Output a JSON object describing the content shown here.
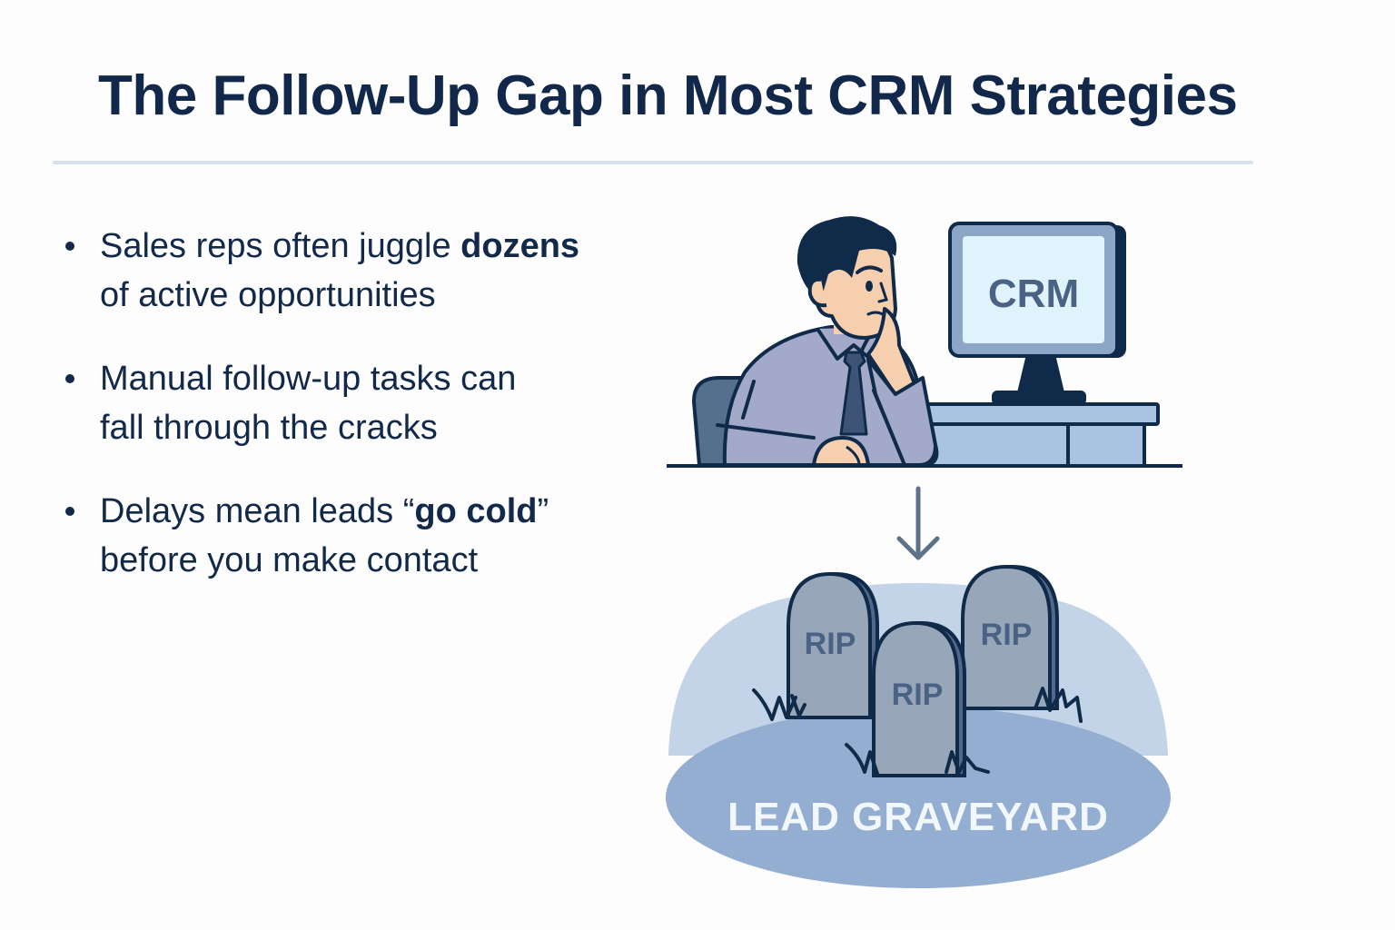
{
  "title": "The Follow-Up Gap in Most CRM Strategies",
  "bullets": [
    {
      "line1_pre": "Sales reps often juggle ",
      "line1_bold": "dozens",
      "line1_post": "",
      "line2": "of active opportunities"
    },
    {
      "line1_pre": "Manual follow-up tasks can",
      "line1_bold": "",
      "line1_post": "",
      "line2": "fall through the cracks"
    },
    {
      "line1_pre": "Delays mean leads “",
      "line1_bold": "go cold",
      "line1_post": "”",
      "line2": "before you make contact"
    }
  ],
  "illustration": {
    "monitor_label": "CRM",
    "tombstones": [
      {
        "label": "RIP"
      },
      {
        "label": "RIP"
      },
      {
        "label": "RIP"
      }
    ],
    "graveyard_label": "LEAD GRAVEYARD",
    "icons": [
      "worried-salesperson-icon",
      "computer-monitor-icon",
      "desk-icon",
      "office-chair-icon",
      "down-arrow-icon",
      "tombstone-icon",
      "grass-icon"
    ]
  },
  "colors": {
    "text_primary": "#12294a",
    "divider": "#d6e0ef",
    "background": "#fdfdfd",
    "outline": "#102a4a",
    "shirt": "#a3aac9",
    "skin": "#f5cfae",
    "tie": "#3d5477",
    "chair": "#556f8e",
    "desk": "#a9c3e1",
    "monitor_frame": "#8da6c7",
    "monitor_screen": "#dff3fc",
    "monitor_text": "#4a6384",
    "arrow": "#5d7189",
    "mound_back": "#c3d3e8",
    "mound_front": "#93aed0",
    "tombstone": "#97a6b8",
    "tombstone_side": "#52688a",
    "rip_text": "#4a6384",
    "graveyard_text": "#f2f7fc"
  }
}
